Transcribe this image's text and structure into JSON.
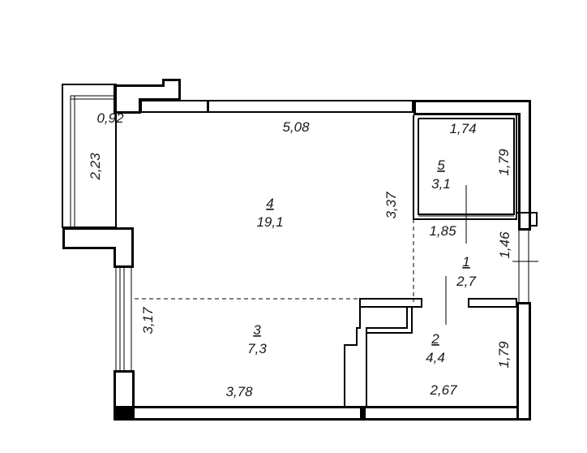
{
  "rooms": [
    {
      "number": "1",
      "area": "2,7"
    },
    {
      "number": "2",
      "area": "4,4"
    },
    {
      "number": "3",
      "area": "7,3"
    },
    {
      "number": "4",
      "area": "19,1"
    },
    {
      "number": "5",
      "area": "3,1"
    }
  ],
  "dimensions": {
    "balcony_width": "0,92",
    "room4_width": "5,08",
    "balcony_length": "2,23",
    "room4_depth": "3,37",
    "room3_depth": "3,17",
    "room3_width": "3,78",
    "room5_width": "1,74",
    "room5_depth": "1,79",
    "hall_width": "1,85",
    "hall_depth": "1,46",
    "room2_depth": "1,79",
    "room2_width": "2,67"
  }
}
